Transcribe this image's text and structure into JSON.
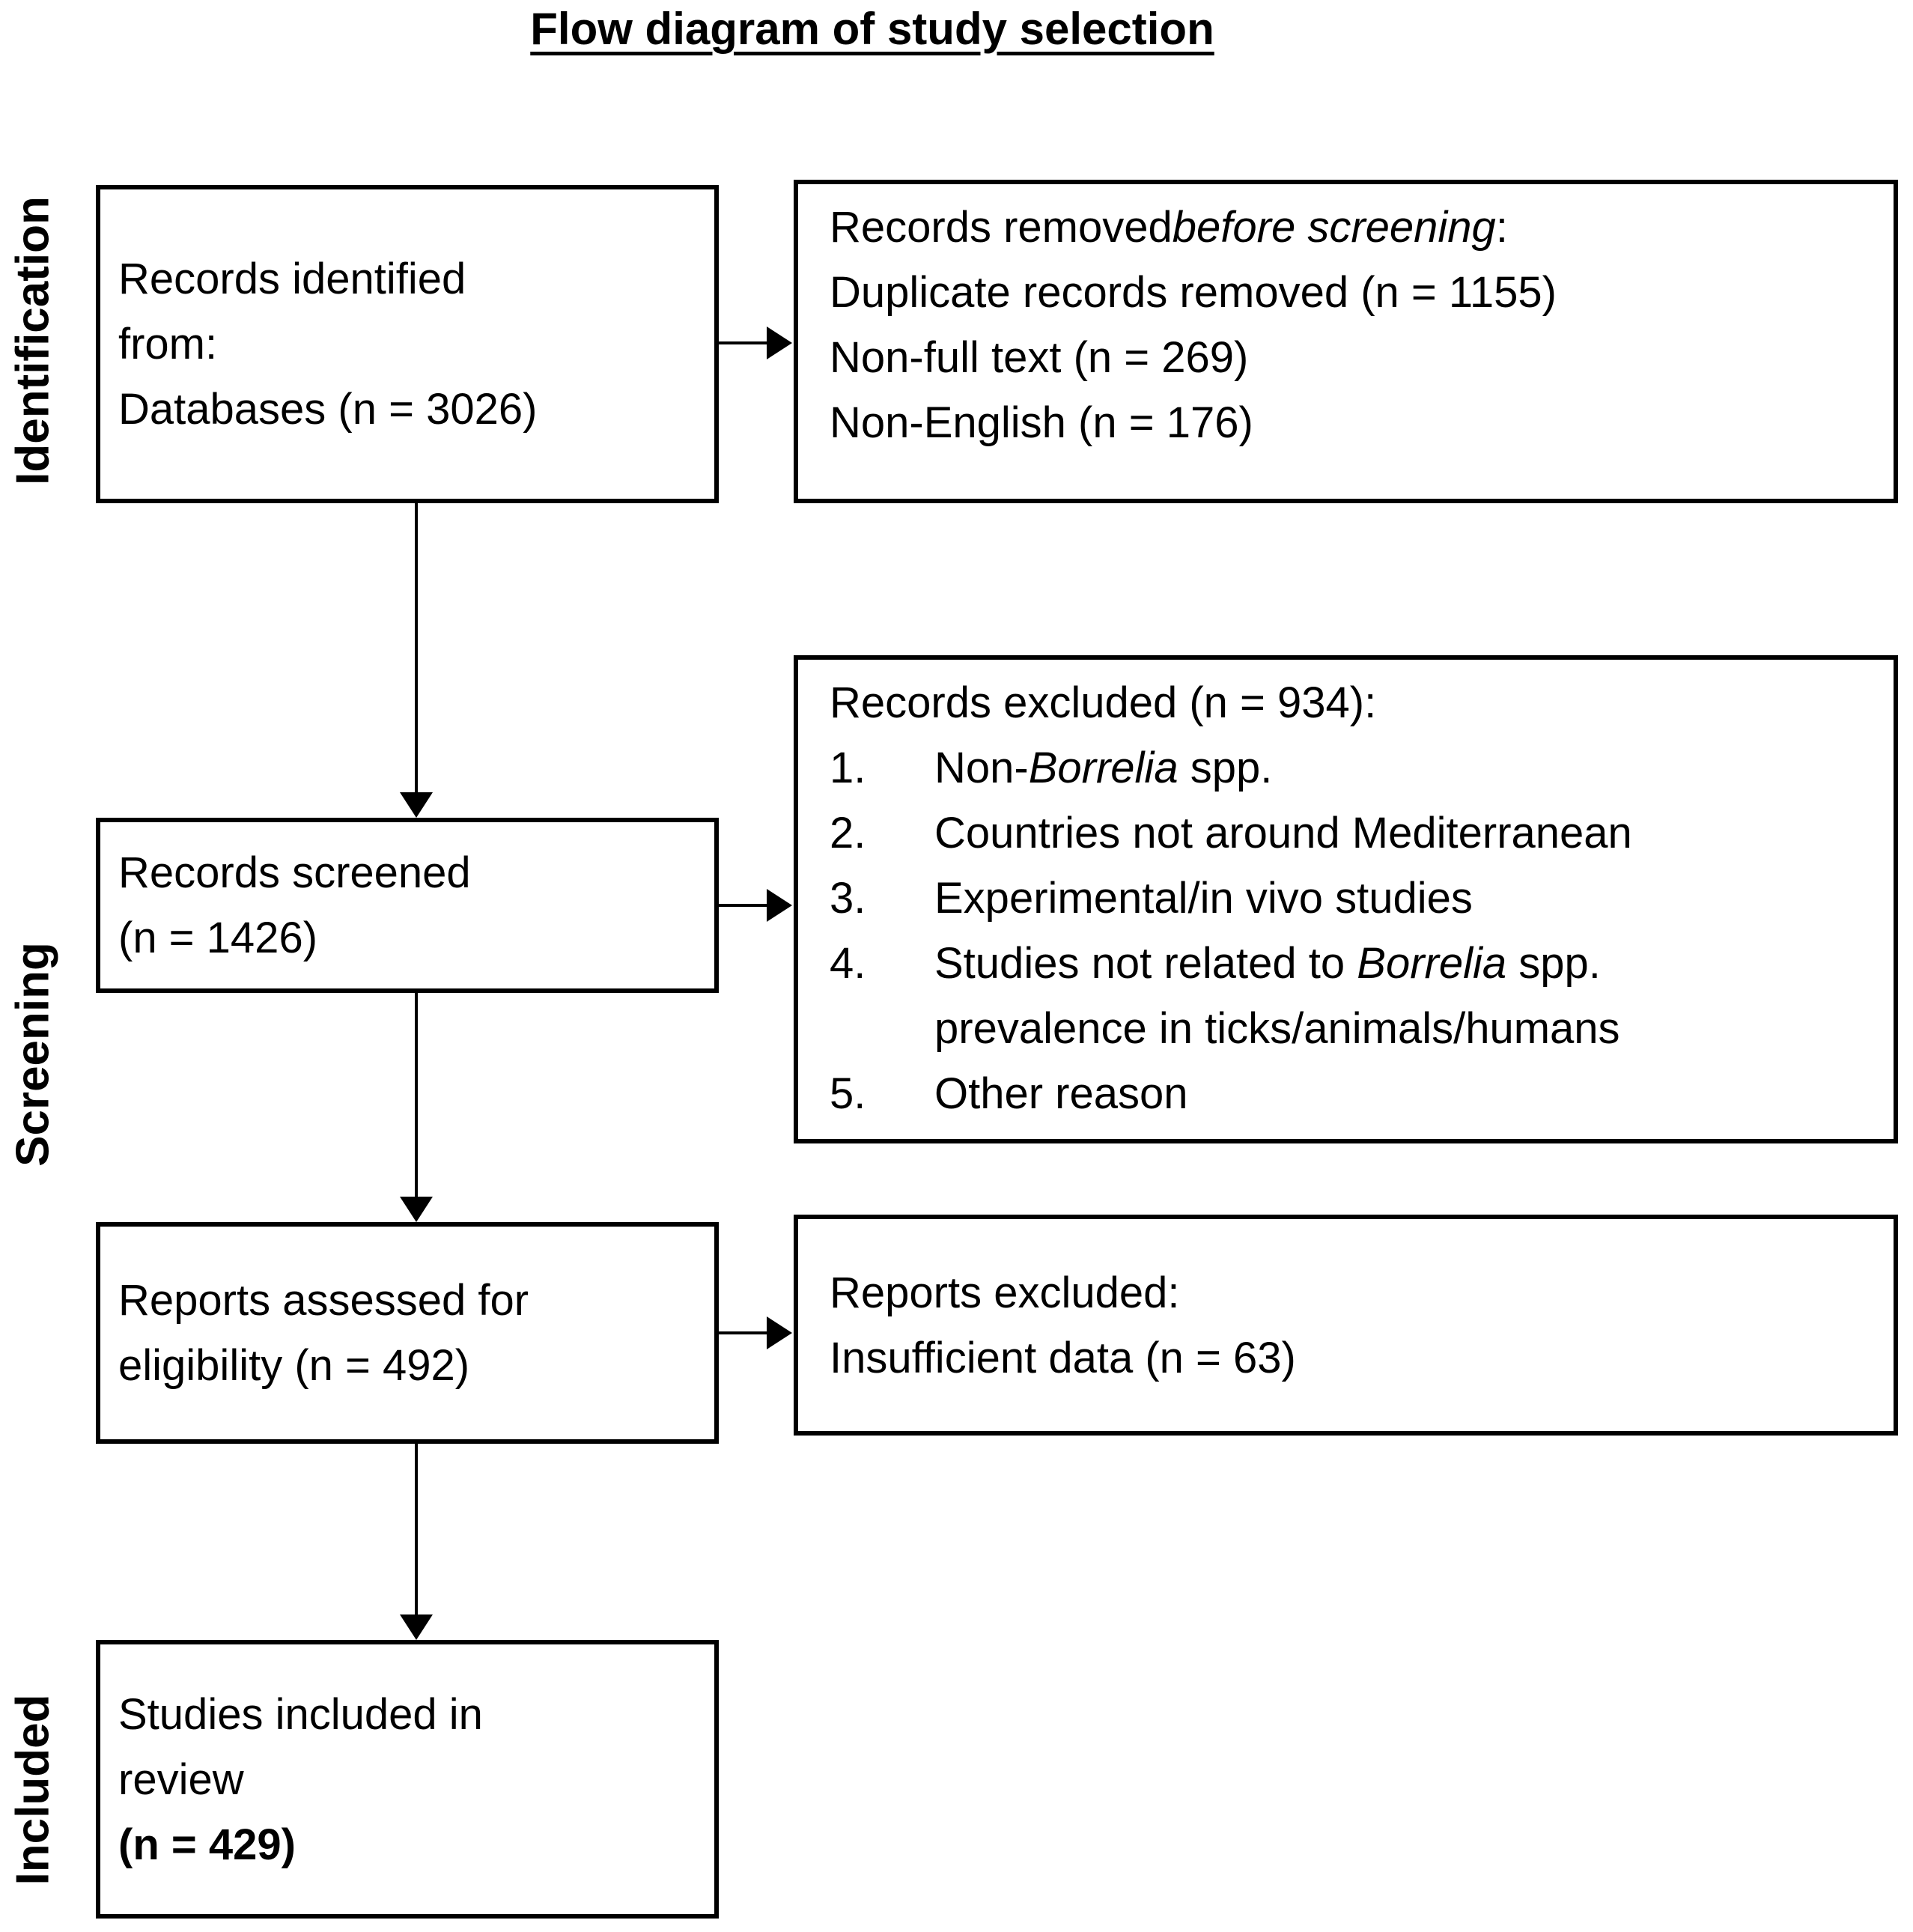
{
  "title": "Flow diagram of study selection",
  "stage_labels": {
    "identification": "Identification",
    "screening": "Screening",
    "included": "Included"
  },
  "boxes": {
    "records_identified": {
      "lines": [
        {
          "segments": [
            {
              "t": "Records identified"
            }
          ]
        },
        {
          "segments": [
            {
              "t": "from:"
            }
          ]
        },
        {
          "segments": [
            {
              "t": "Databases (n = 3026)"
            }
          ]
        }
      ]
    },
    "records_removed": {
      "lines": [
        {
          "segments": [
            {
              "t": "Records removed "
            },
            {
              "t": "before screening",
              "i": true
            },
            {
              "t": ":"
            }
          ]
        },
        {
          "segments": [
            {
              "t": "Duplicate records removed (n = 1155)"
            }
          ]
        },
        {
          "segments": [
            {
              "t": "Non-full text (n = 269)"
            }
          ]
        },
        {
          "segments": [
            {
              "t": "Non-English (n = 176)"
            }
          ]
        }
      ]
    },
    "records_screened": {
      "lines": [
        {
          "segments": [
            {
              "t": "Records screened"
            }
          ]
        },
        {
          "segments": [
            {
              "t": "(n = 1426)"
            }
          ]
        }
      ]
    },
    "records_excluded": {
      "lines": [
        {
          "segments": [
            {
              "t": "Records excluded (n = 934):"
            }
          ]
        },
        {
          "marker": "1.",
          "segments": [
            {
              "t": "Non-"
            },
            {
              "t": "Borrelia",
              "i": true
            },
            {
              "t": " spp."
            }
          ]
        },
        {
          "marker": "2.",
          "segments": [
            {
              "t": "Countries not around Mediterranean"
            }
          ]
        },
        {
          "marker": "3.",
          "segments": [
            {
              "t": "Experimental/in vivo studies"
            }
          ]
        },
        {
          "marker": "4.",
          "segments": [
            {
              "t": "Studies not related to "
            },
            {
              "t": "Borrelia",
              "i": true
            },
            {
              "t": " spp."
            }
          ]
        },
        {
          "marker": "",
          "segments": [
            {
              "t": "prevalence in ticks/animals/humans"
            }
          ]
        },
        {
          "marker": "5.",
          "segments": [
            {
              "t": "Other reason"
            }
          ]
        }
      ]
    },
    "reports_assessed": {
      "lines": [
        {
          "segments": [
            {
              "t": "Reports assessed for"
            }
          ]
        },
        {
          "segments": [
            {
              "t": "eligibility (n = 492)"
            }
          ]
        }
      ]
    },
    "reports_excluded": {
      "lines": [
        {
          "segments": [
            {
              "t": "Reports excluded:"
            }
          ]
        },
        {
          "segments": [
            {
              "t": "Insufficient data (n = 63)"
            }
          ]
        }
      ]
    },
    "studies_included": {
      "lines": [
        {
          "segments": [
            {
              "t": "Studies included in"
            }
          ]
        },
        {
          "segments": [
            {
              "t": "review"
            }
          ]
        },
        {
          "segments": [
            {
              "t": "(n = 429)",
              "b": true
            }
          ]
        }
      ]
    }
  },
  "colors": {
    "ink": "#000000",
    "background": "#ffffff"
  }
}
